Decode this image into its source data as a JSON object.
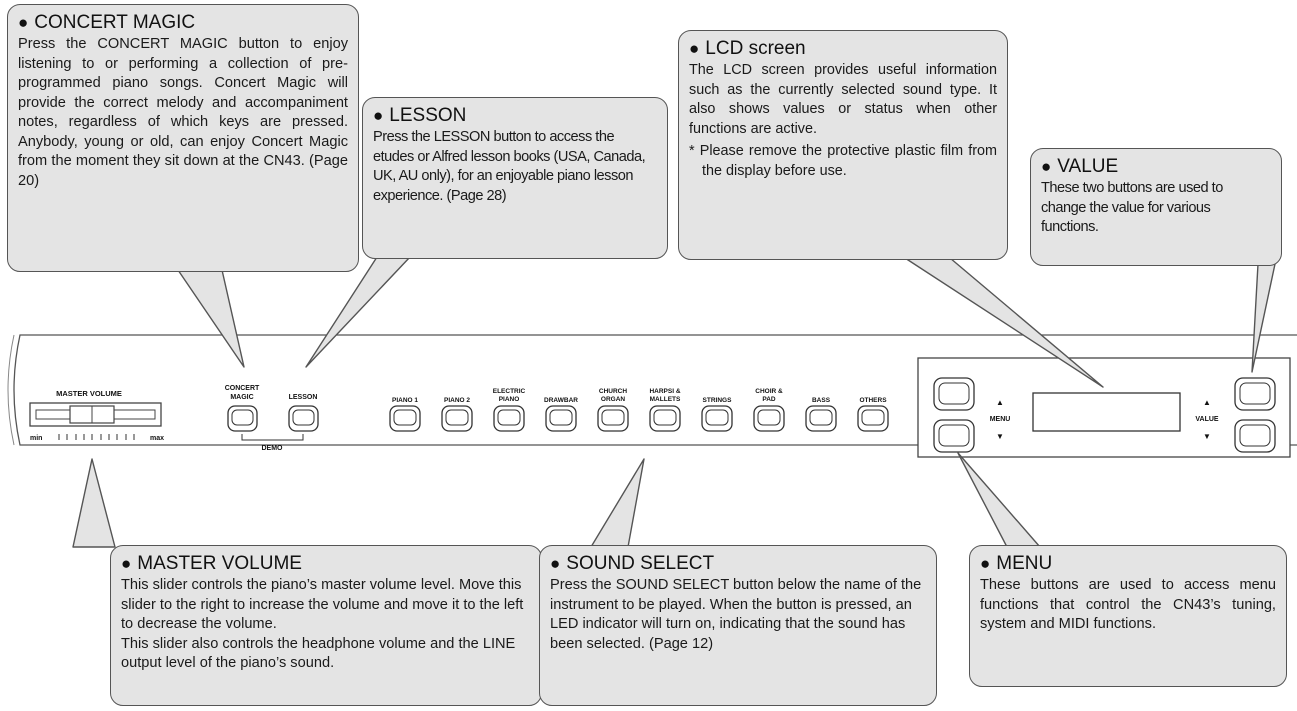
{
  "callouts": {
    "concert_magic": {
      "title": "CONCERT MAGIC",
      "text": "Press the CONCERT MAGIC button to enjoy listening to or performing a collection of pre-programmed piano songs. Concert Magic will provide the correct melody and accompaniment notes, regardless of which keys are pressed. Anybody, young or old, can enjoy Concert Magic from the moment they sit down at the CN43. (Page 20)"
    },
    "lesson": {
      "title": "LESSON",
      "text": "Press the LESSON button to access the etudes or Alfred lesson books (USA, Canada, UK, AU only), for an enjoyable piano lesson experience. (Page 28)"
    },
    "lcd_screen": {
      "title": "LCD screen",
      "text": "The LCD screen provides useful information such as the currently selected sound type. It also shows values or status when other functions are active.",
      "note": "* Please remove the protective plastic film from the display before use."
    },
    "value": {
      "title": "VALUE",
      "text": "These two buttons are used to change the value for various functions."
    },
    "master_volume": {
      "title": "MASTER VOLUME",
      "text1": "This slider controls the piano’s master volume level. Move this slider to the right to increase the volume and move it to the left to decrease the volume.",
      "text2": "This slider also controls the headphone volume and the LINE output level of the piano’s sound."
    },
    "sound_select": {
      "title": "SOUND SELECT",
      "text": "Press the SOUND SELECT button below the name of the instrument to be played. When the button is pressed, an LED indicator will turn on, indicating that the sound has been selected. (Page 12)"
    },
    "menu": {
      "title": "MENU",
      "text": "These buttons are used to access menu functions that control the CN43’s tuning, system and MIDI functions."
    }
  },
  "panel": {
    "master_volume_label": "MASTER VOLUME",
    "min_label": "min",
    "max_label": "max",
    "concert_magic_label": [
      "CONCERT",
      "MAGIC"
    ],
    "lesson_label": "LESSON",
    "demo_label": "DEMO",
    "sound_buttons": [
      [
        "PIANO 1"
      ],
      [
        "PIANO 2"
      ],
      [
        "ELECTRIC",
        "PIANO"
      ],
      [
        "DRAWBAR"
      ],
      [
        "CHURCH",
        "ORGAN"
      ],
      [
        "HARPSI &",
        "MALLETS"
      ],
      [
        "STRINGS"
      ],
      [
        "CHOIR &",
        "PAD"
      ],
      [
        "BASS"
      ],
      [
        "OTHERS"
      ]
    ],
    "menu_label": "MENU",
    "value_label": "VALUE",
    "up_arrow": "▲",
    "down_arrow": "▼",
    "bullet": "●"
  },
  "colors": {
    "callout_fill": "#e4e4e4",
    "stroke": "#555555"
  }
}
